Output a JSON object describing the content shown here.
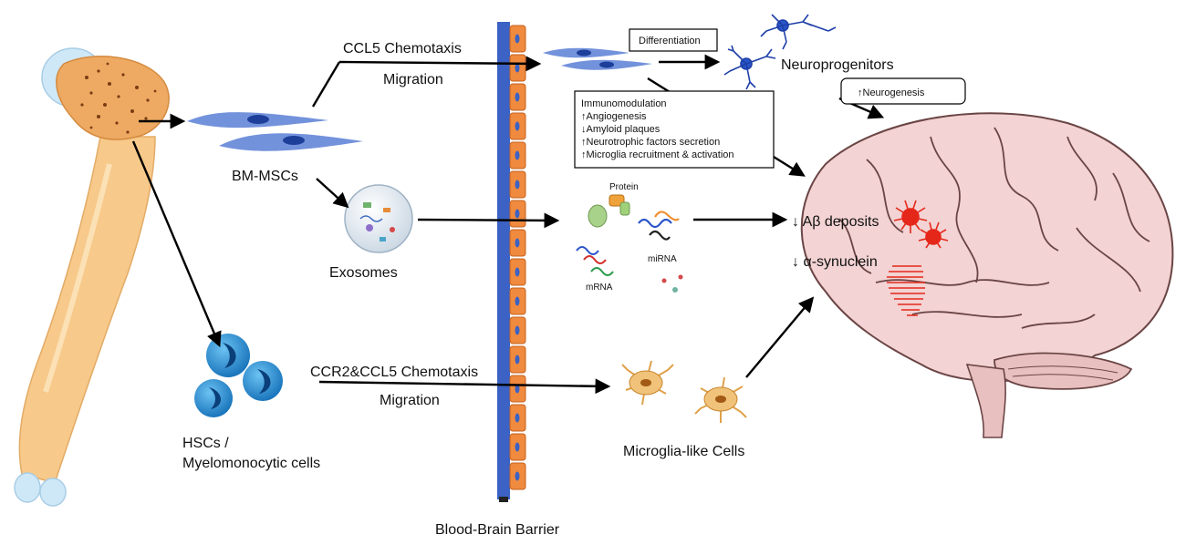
{
  "labels": {
    "ccl5_chemotaxis": "CCL5 Chemotaxis",
    "migration_top": "Migration",
    "differentiation": "Differentiation",
    "neuroprogenitors": "Neuroprogenitors",
    "neurogenesis": "↑Neurogenesis",
    "bm_mscs": "BM-MSCs",
    "exosomes": "Exosomes",
    "protein": "Protein",
    "mirna": "miRNA",
    "mrna": "mRNA",
    "ab_deposits": "↓ Aβ deposits",
    "alpha_synuclein": "↓ α-synuclein",
    "ccr2_ccl5": "CCR2&CCL5 Chemotaxis",
    "migration_bottom": "Migration",
    "hscs_line1": "HSCs /",
    "hscs_line2": "Myelomonocytic cells",
    "microglia_like": "Microglia-like Cells",
    "bbb": "Blood-Brain Barrier"
  },
  "effects_box": [
    "Immunomodulation",
    "↑Angiogenesis",
    "↓Amyloid plaques",
    "↑Neurotrophic factors secretion",
    "↑Microglia recruitment & activation"
  ],
  "colors": {
    "bone": "#f7c98a",
    "marrow": "#e8a25c",
    "barrier_blue": "#3b62c4",
    "barrier_orange": "#f08a3e",
    "hsc_blue": "#1f8fd6",
    "brain": "#f3d3d3",
    "microglia": "#e0a14a",
    "plaque": "#e5271a"
  }
}
